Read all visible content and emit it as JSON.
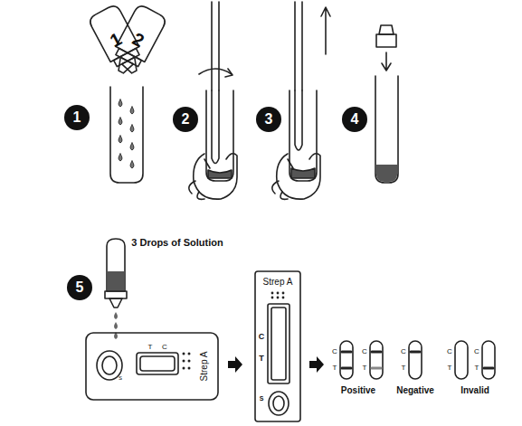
{
  "diagram": {
    "labels": [
      "1",
      "2",
      "1",
      "2",
      "3",
      "4",
      "5",
      "3 Drops of Solution",
      "S",
      "T",
      "C",
      "Strep A",
      "Strep A",
      "C",
      "T",
      "S",
      "C",
      "T",
      "C",
      "T",
      "C",
      "T",
      "C",
      "T",
      "C",
      "T",
      "Positive",
      "Negative",
      "Invalid"
    ]
  }
}
